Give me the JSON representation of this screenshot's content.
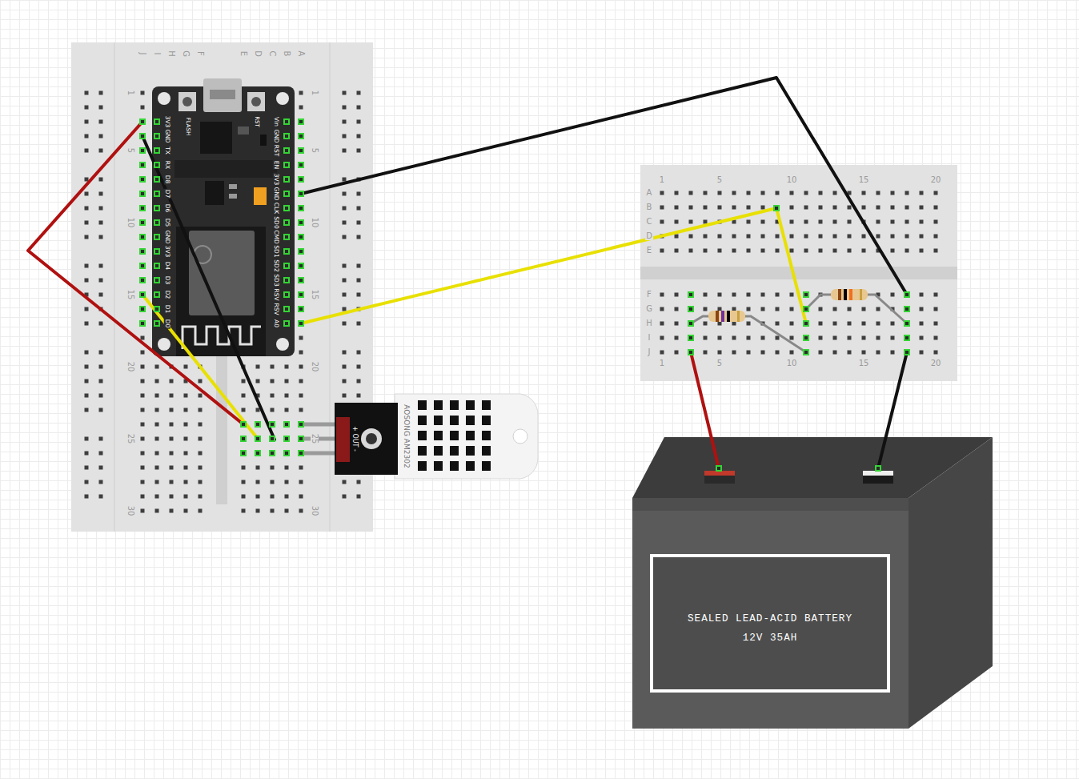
{
  "diagram": {
    "nodes": [
      {
        "text": [
          "+ OUT -",
          "AOSONG AM2302"
        ]
      },
      {
        "text": [
          "SEALED LEAD-ACID BATTERY",
          "12V 35AH"
        ]
      }
    ],
    "labels": [
      "J",
      "I",
      "H",
      "G",
      "F",
      "E",
      "D",
      "C",
      "B",
      "A",
      "1",
      "5",
      "10",
      "15",
      "20",
      "25",
      "30",
      "1",
      "5",
      "10",
      "15",
      "20",
      "25",
      "30",
      "1",
      "5",
      "10",
      "15",
      "20",
      "1",
      "5",
      "10",
      "15",
      "20",
      "A",
      "B",
      "C",
      "D",
      "E",
      "F",
      "G",
      "H",
      "I",
      "J",
      "3V3",
      "GND",
      "TX",
      "RX",
      "D8",
      "D7",
      "D6",
      "D5",
      "GND",
      "3V3",
      "D4",
      "D3",
      "D2",
      "D1",
      "D0",
      "Vin",
      "GND",
      "RST",
      "EN",
      "3V3",
      "GND",
      "CLK",
      "SD0",
      "CMD",
      "SD1",
      "SD2",
      "SD3",
      "RSV",
      "RSV",
      "A0",
      "FLASH",
      "RST"
    ]
  }
}
